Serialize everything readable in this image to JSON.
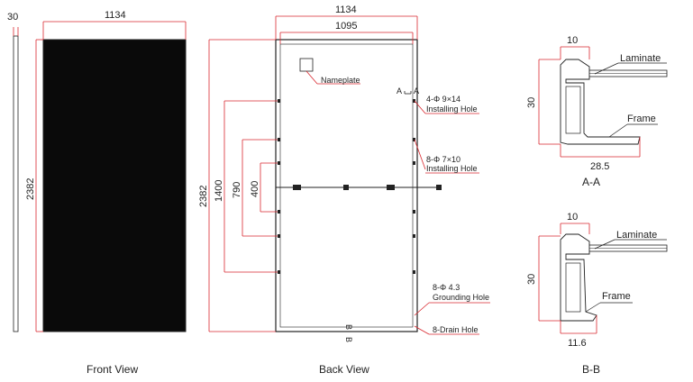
{
  "front_view": {
    "caption": "Front View",
    "width_label": "1134",
    "height_label": "2382",
    "thickness_label": "30"
  },
  "back_view": {
    "caption": "Back View",
    "width_outer_label": "1134",
    "width_inner_label": "1095",
    "height_label": "2382",
    "dim_1400": "1400",
    "dim_790": "790",
    "dim_400": "400",
    "section_aa_mark": "A",
    "section_bb_mark": "B",
    "callouts": {
      "nameplate": "Nameplate",
      "installing_hole_spec": "4-Φ 9×14",
      "installing_hole": "Installing Hole",
      "installing_hole2_spec": "8-Φ 7×10",
      "installing_hole2": "Installing Hole",
      "grounding_spec": "8-Φ 4.3",
      "grounding_hole": "Grounding Hole",
      "drain_hole": "8-Drain Hole"
    }
  },
  "section_aa": {
    "caption": "A-A",
    "top_label": "10",
    "height_label": "30",
    "bottom_label": "28.5",
    "laminate": "Laminate",
    "frame": "Frame"
  },
  "section_bb": {
    "caption": "B-B",
    "top_label": "10",
    "height_label": "30",
    "bottom_label": "11.6",
    "laminate": "Laminate",
    "frame": "Frame"
  },
  "colors": {
    "dimension_line": "#d9282f",
    "panel_fill": "#0a0a0a",
    "outline": "#222222"
  }
}
